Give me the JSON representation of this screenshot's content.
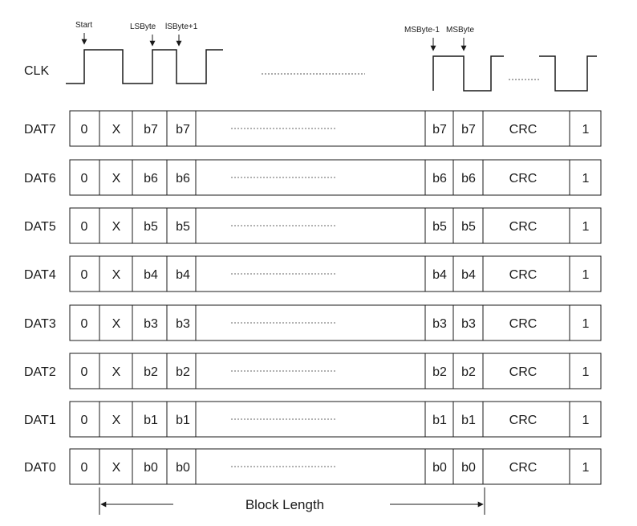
{
  "clock": {
    "label": "CLK",
    "markers": {
      "start": "Start",
      "ls_byte": "LSByte",
      "ls_byte_plus_1": "lSByte+1",
      "ms_byte_minus_1": "MSByte-1",
      "ms_byte": "MSByte"
    }
  },
  "rows": [
    {
      "name": "DAT7",
      "start": "0",
      "x": "X",
      "bit_a": "b7",
      "bit_b": "b7",
      "bit_c": "b7",
      "bit_d": "b7",
      "crc": "CRC",
      "end": "1"
    },
    {
      "name": "DAT6",
      "start": "0",
      "x": "X",
      "bit_a": "b6",
      "bit_b": "b6",
      "bit_c": "b6",
      "bit_d": "b6",
      "crc": "CRC",
      "end": "1"
    },
    {
      "name": "DAT5",
      "start": "0",
      "x": "X",
      "bit_a": "b5",
      "bit_b": "b5",
      "bit_c": "b5",
      "bit_d": "b5",
      "crc": "CRC",
      "end": "1"
    },
    {
      "name": "DAT4",
      "start": "0",
      "x": "X",
      "bit_a": "b4",
      "bit_b": "b4",
      "bit_c": "b4",
      "bit_d": "b4",
      "crc": "CRC",
      "end": "1"
    },
    {
      "name": "DAT3",
      "start": "0",
      "x": "X",
      "bit_a": "b3",
      "bit_b": "b3",
      "bit_c": "b3",
      "bit_d": "b3",
      "crc": "CRC",
      "end": "1"
    },
    {
      "name": "DAT2",
      "start": "0",
      "x": "X",
      "bit_a": "b2",
      "bit_b": "b2",
      "bit_c": "b2",
      "bit_d": "b2",
      "crc": "CRC",
      "end": "1"
    },
    {
      "name": "DAT1",
      "start": "0",
      "x": "X",
      "bit_a": "b1",
      "bit_b": "b1",
      "bit_c": "b1",
      "bit_d": "b1",
      "crc": "CRC",
      "end": "1"
    },
    {
      "name": "DAT0",
      "start": "0",
      "x": "X",
      "bit_a": "b0",
      "bit_b": "b0",
      "bit_c": "b0",
      "bit_d": "b0",
      "crc": "CRC",
      "end": "1"
    }
  ],
  "block_length": "Block Length",
  "colors": {
    "line": "#1a1a1a",
    "text": "#1a1a1a",
    "background": "#ffffff"
  }
}
